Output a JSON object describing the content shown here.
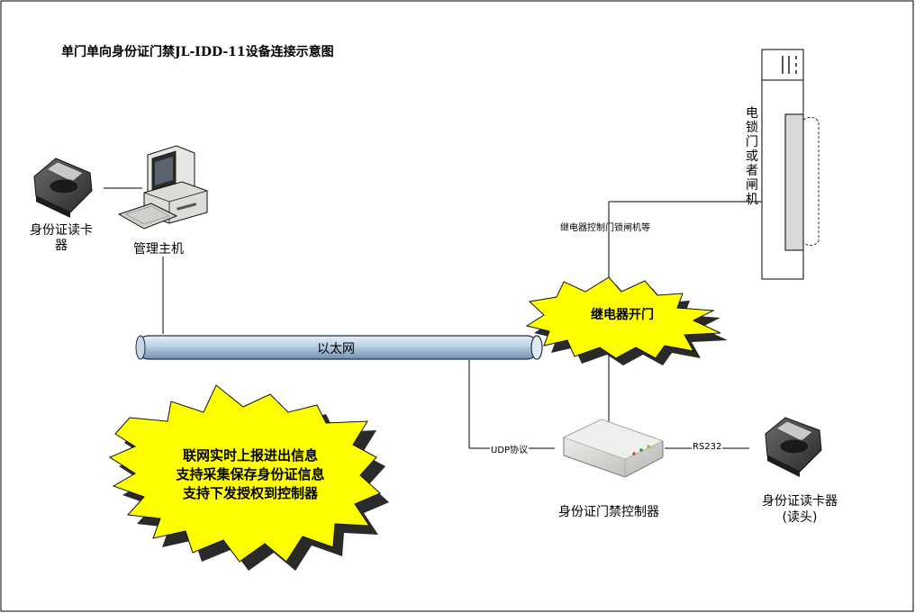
{
  "diagram": {
    "title": "单门单向身份证门禁JL-IDD-11设备连接示意图",
    "nodes": {
      "reader_left": {
        "label_line1": "身份证读卡",
        "label_line2": "器"
      },
      "management_host": {
        "label": "管理主机"
      },
      "ethernet": {
        "label": "以太网"
      },
      "relay_burst": {
        "label": "继电器开门"
      },
      "info_burst": {
        "line1": "联网实时上报进出信息",
        "line2": "支持采集保存身份证信息",
        "line3": "支持下发授权到控制器"
      },
      "controller": {
        "label": "身份证门禁控制器"
      },
      "reader_right": {
        "label_line1": "身份证读卡器",
        "label_line2": "(读头)"
      },
      "lock": {
        "label": "电锁门或者闸机"
      }
    },
    "edges": {
      "relay_control": "继电器控制门锁闸机等",
      "udp": "UDP协议",
      "rs232": "RS232"
    }
  },
  "colors": {
    "pipe_fill": "#b9cfe3",
    "pipe_stroke": "#1f2f45",
    "burst_fill": "#ffff00",
    "burst_shadow": "#2a2a2a",
    "line": "#000000"
  }
}
